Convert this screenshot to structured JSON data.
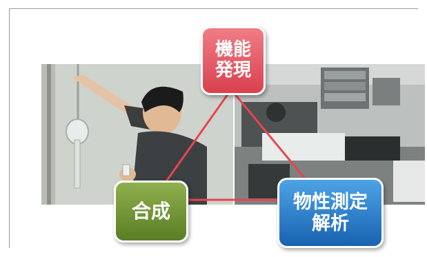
{
  "nodes": {
    "function": {
      "line1": "機能",
      "line2": "発現",
      "color": "#e0505d"
    },
    "synthesis": {
      "label": "合成",
      "color": "#6a8a2e"
    },
    "measurement": {
      "line1": "物性測定",
      "line2": "解析",
      "color": "#2a7acb"
    }
  },
  "links_color": "#e8454f",
  "photos": {
    "left": "researcher-with-glassware-photo",
    "right": "laboratory-instruments-photo"
  }
}
